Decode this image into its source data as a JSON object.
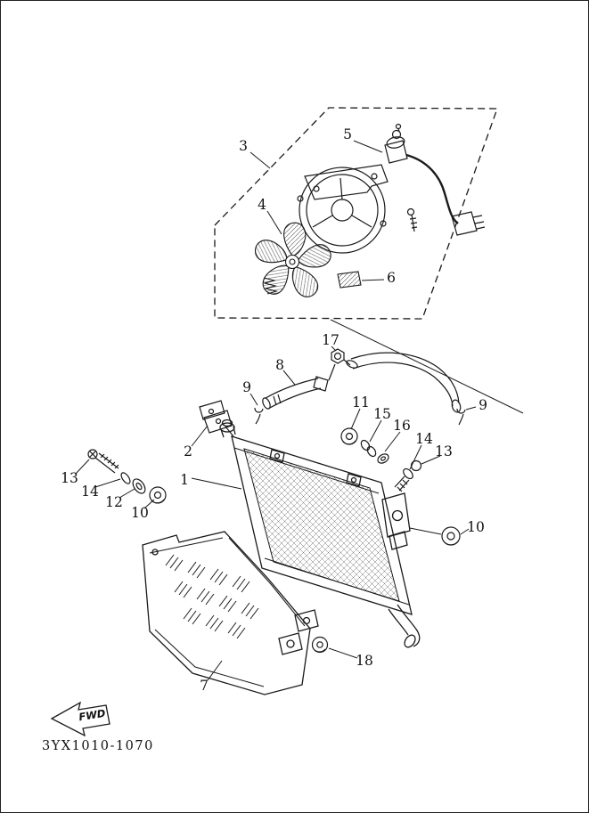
{
  "diagram": {
    "part_code": "3YX1010-1070",
    "fwd_label": "FWD",
    "callouts": {
      "c1": "1",
      "c2": "2",
      "c3": "3",
      "c4": "4",
      "c5": "5",
      "c6": "6",
      "c7": "7",
      "c8": "8",
      "c9_left": "9",
      "c9_right": "9",
      "c10_left": "10",
      "c10_right": "10",
      "c11": "11",
      "c12": "12",
      "c13_left": "13",
      "c13_right": "13",
      "c14_left": "14",
      "c14_right": "14",
      "c15": "15",
      "c16": "16",
      "c17": "17",
      "c18": "18"
    }
  }
}
